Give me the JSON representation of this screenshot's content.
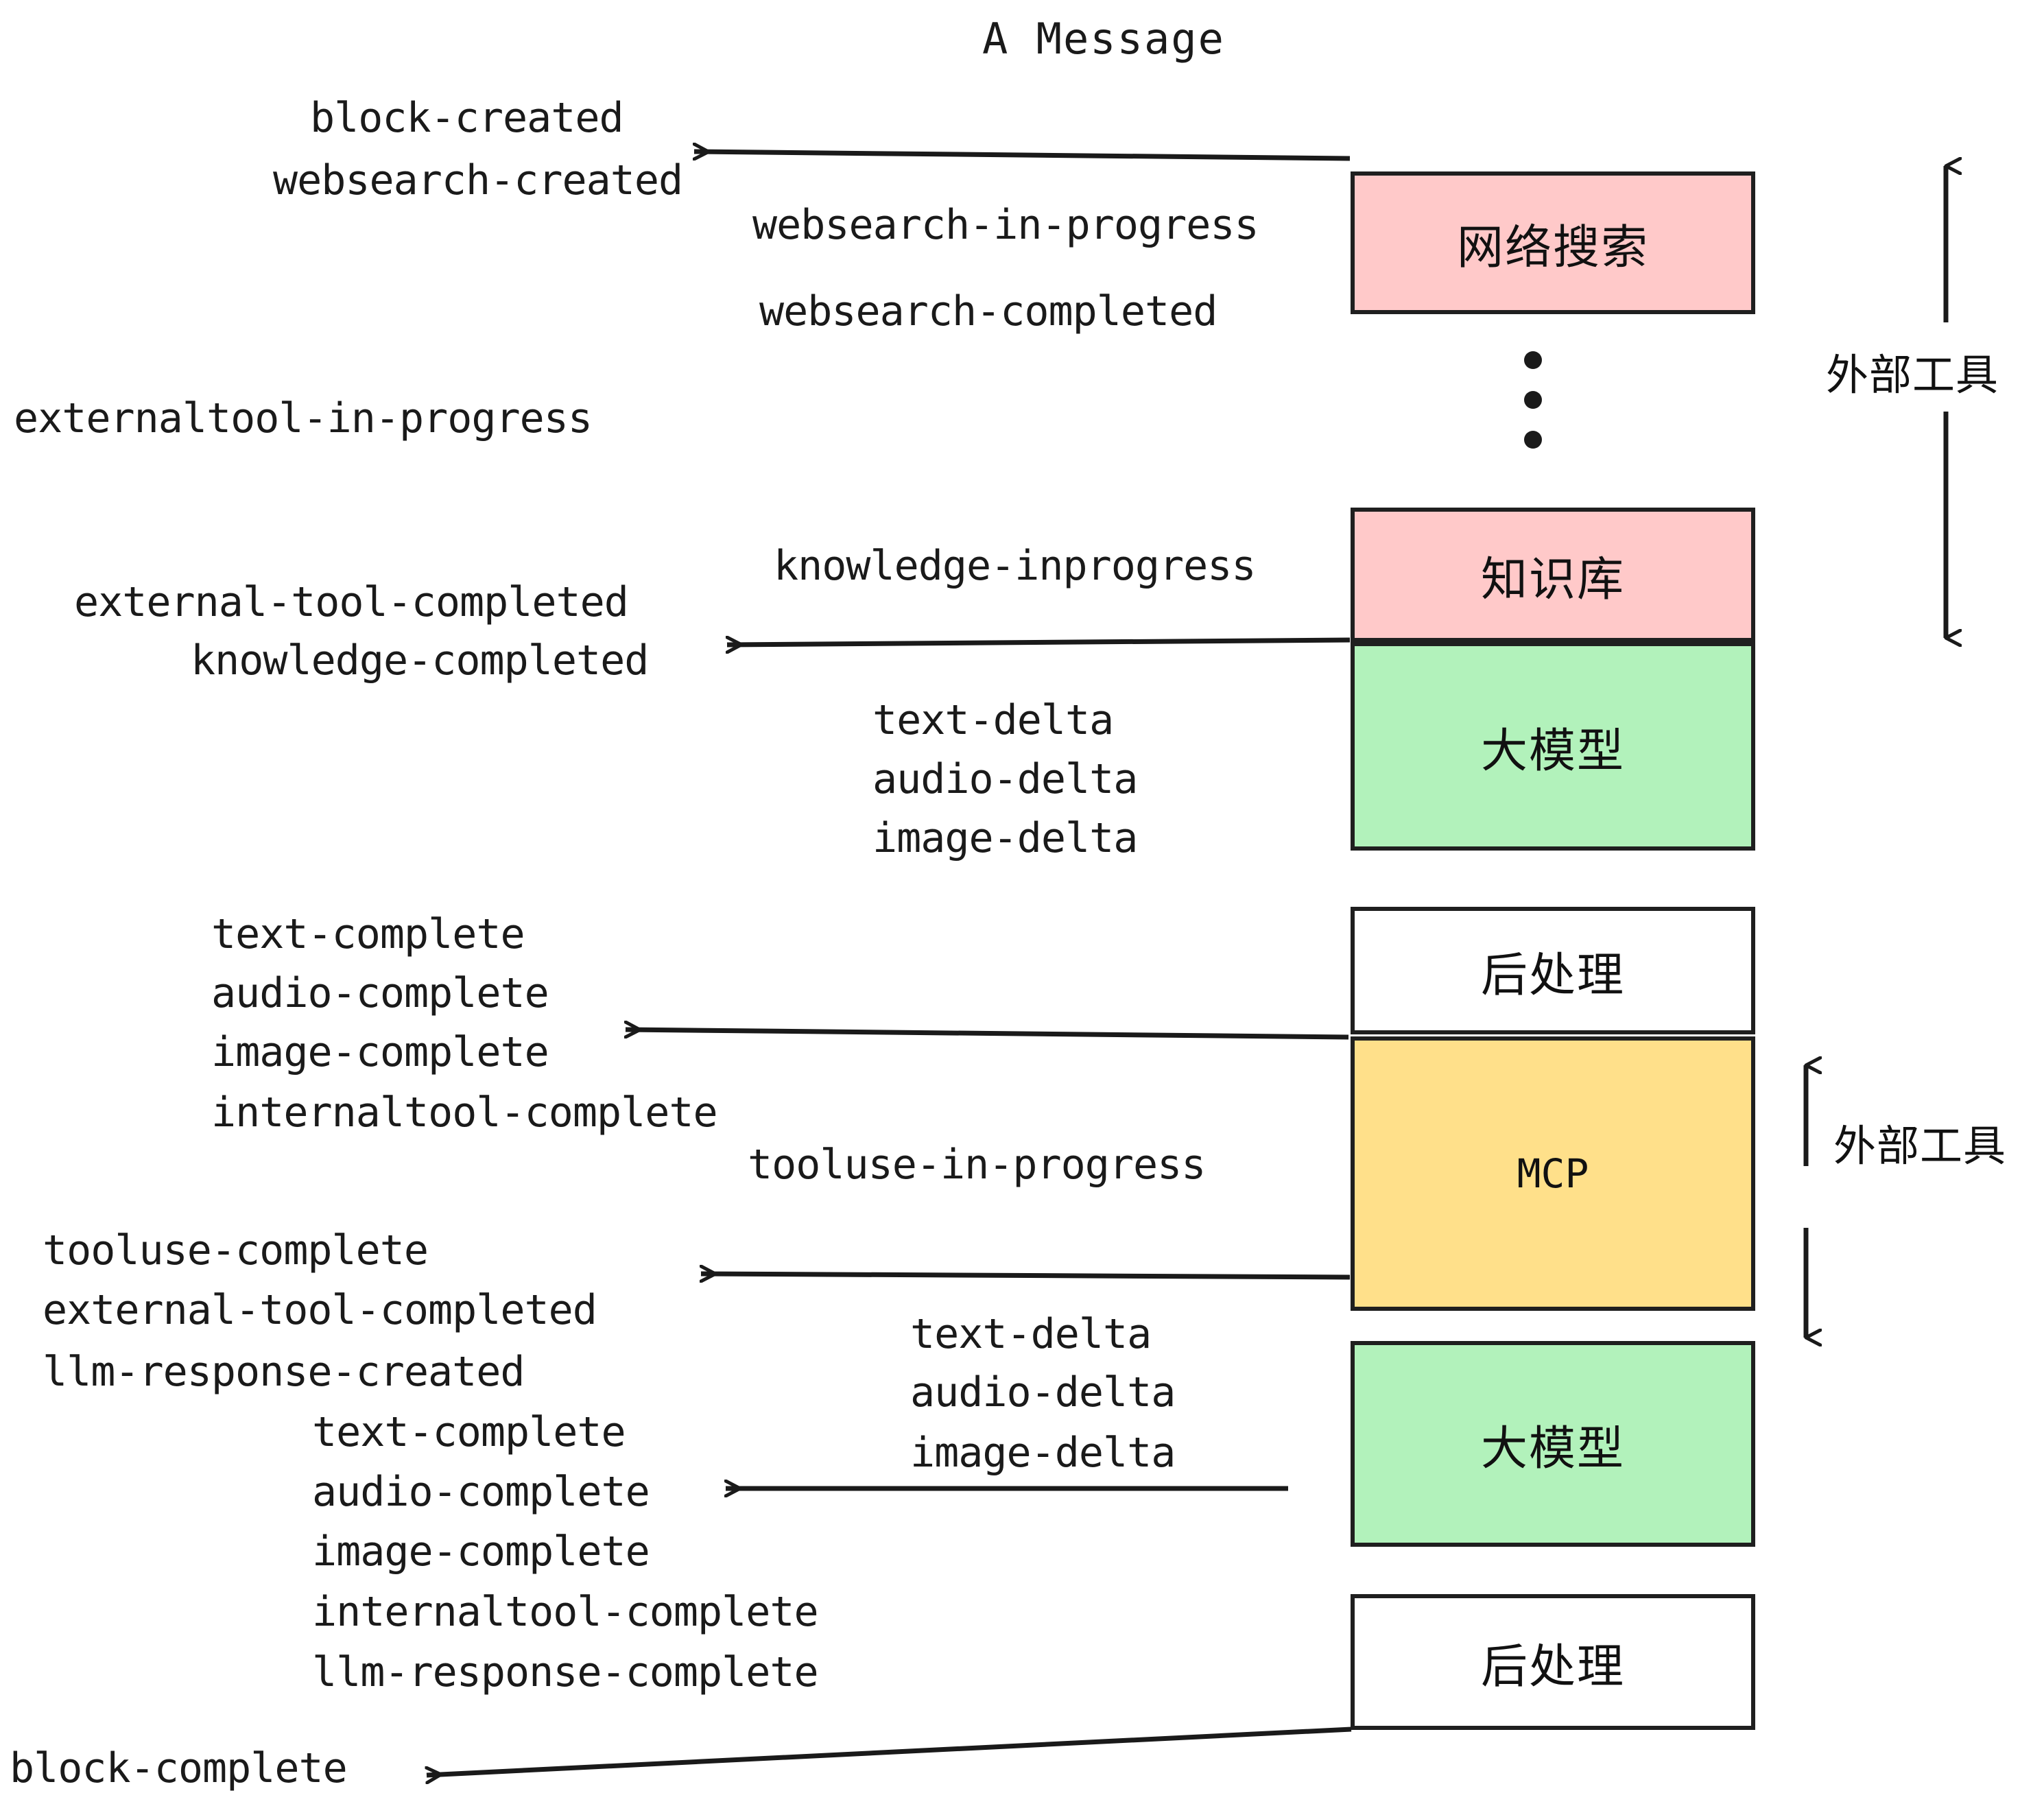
{
  "title": "A Message",
  "colors": {
    "pink": "#ffc9c9",
    "green": "#b2f2bb",
    "yellow": "#ffe08a",
    "white": "#ffffff",
    "stroke": "#1f1f1f",
    "text": "#1a1a1a"
  },
  "nodes": [
    {
      "id": "websearch",
      "label": "网络搜索",
      "fill": "pink"
    },
    {
      "id": "knowledge",
      "label": "知识库",
      "fill": "pink"
    },
    {
      "id": "llm-top",
      "label": "大模型",
      "fill": "green"
    },
    {
      "id": "postprocess-top",
      "label": "后处理",
      "fill": "white"
    },
    {
      "id": "mcp",
      "label": "MCP",
      "fill": "yellow"
    },
    {
      "id": "llm-bottom",
      "label": "大模型",
      "fill": "green"
    },
    {
      "id": "postprocess-bottom",
      "label": "后处理",
      "fill": "white"
    }
  ],
  "side_annotations": [
    {
      "id": "external-tool-top",
      "label": "外部工具"
    },
    {
      "id": "external-tool-bottom",
      "label": "外部工具"
    }
  ],
  "events": [
    {
      "id": "block-created",
      "label": "block-created"
    },
    {
      "id": "websearch-created",
      "label": "websearch-created"
    },
    {
      "id": "websearch-in-progress",
      "label": "websearch-in-progress"
    },
    {
      "id": "websearch-completed",
      "label": "websearch-completed"
    },
    {
      "id": "externaltool-in-progress",
      "label": "externaltool-in-progress"
    },
    {
      "id": "knowledge-inprogress",
      "label": "knowledge-inprogress"
    },
    {
      "id": "external-tool-completed-1",
      "label": "external-tool-completed"
    },
    {
      "id": "knowledge-completed",
      "label": "knowledge-completed"
    },
    {
      "id": "text-delta-1",
      "label": "text-delta"
    },
    {
      "id": "audio-delta-1",
      "label": "audio-delta"
    },
    {
      "id": "image-delta-1",
      "label": "image-delta"
    },
    {
      "id": "text-complete-1",
      "label": "text-complete"
    },
    {
      "id": "audio-complete-1",
      "label": "audio-complete"
    },
    {
      "id": "image-complete-1",
      "label": "image-complete"
    },
    {
      "id": "internaltool-complete-1",
      "label": "internaltool-complete"
    },
    {
      "id": "tooluse-in-progress",
      "label": "tooluse-in-progress"
    },
    {
      "id": "tooluse-complete",
      "label": "tooluse-complete"
    },
    {
      "id": "external-tool-completed-2",
      "label": "external-tool-completed"
    },
    {
      "id": "llm-response-created",
      "label": "llm-response-created"
    },
    {
      "id": "text-complete-2",
      "label": "text-complete"
    },
    {
      "id": "audio-complete-2",
      "label": "audio-complete"
    },
    {
      "id": "image-complete-2",
      "label": "image-complete"
    },
    {
      "id": "internaltool-complete-2",
      "label": "internaltool-complete"
    },
    {
      "id": "llm-response-complete",
      "label": "llm-response-complete"
    },
    {
      "id": "text-delta-2",
      "label": "text-delta"
    },
    {
      "id": "audio-delta-2",
      "label": "audio-delta"
    },
    {
      "id": "image-delta-2",
      "label": "image-delta"
    },
    {
      "id": "block-complete",
      "label": "block-complete"
    }
  ]
}
